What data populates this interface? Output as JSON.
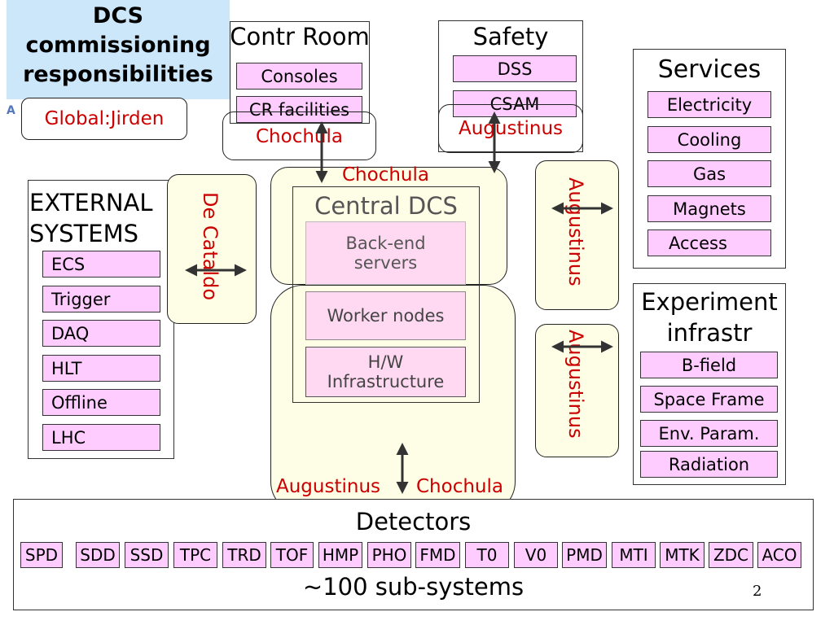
{
  "title": [
    "DCS",
    "commissioning",
    "responsibilities"
  ],
  "global": "Global:Jirden",
  "control_room": {
    "title": "Contr Room",
    "items": [
      "Consoles",
      "CR facilities"
    ],
    "owner": "Chochula"
  },
  "safety": {
    "title": "Safety",
    "items": [
      "DSS",
      "CSAM"
    ],
    "owner": "Augustinus"
  },
  "services": {
    "title": "Services",
    "items": [
      "Electricity",
      "Cooling",
      "Gas",
      "Magnets",
      "Access"
    ]
  },
  "external": {
    "title": [
      "EXTERNAL",
      "SYSTEMS"
    ],
    "items": [
      "ECS",
      "Trigger",
      "DAQ",
      "HLT",
      "Offline",
      "LHC"
    ],
    "owner": "De Cataldo"
  },
  "central": {
    "owner_top": "Chochula",
    "title": "Central DCS",
    "backend": [
      "Back-end",
      "servers"
    ],
    "worker": "Worker nodes",
    "hw": [
      "H/W",
      "Infrastructure"
    ],
    "owner_bottom_left": "Augustinus",
    "owner_bottom_right": "Chochula"
  },
  "services_owner": "Augustinus",
  "experiment": {
    "title": [
      "Experiment",
      "infrastr"
    ],
    "items": [
      "B-field",
      "Space Frame",
      "Env. Param.",
      "Radiation"
    ],
    "owner": "Augustinus"
  },
  "detectors": {
    "title": "Detectors",
    "items": [
      "SPD",
      "SDD",
      "SSD",
      "TPC",
      "TRD",
      "TOF",
      "HMP",
      "PHO",
      "FMD",
      "T0",
      "V0",
      "PMD",
      "MTI",
      "MTK",
      "ZDC",
      "ACO"
    ],
    "footer": "~100 sub-systems"
  },
  "page_number": "2",
  "colors": {
    "pink": "#ffccff",
    "cream": "#fefde6",
    "red": "#cc0000",
    "title_bg": "#cce6fa"
  }
}
